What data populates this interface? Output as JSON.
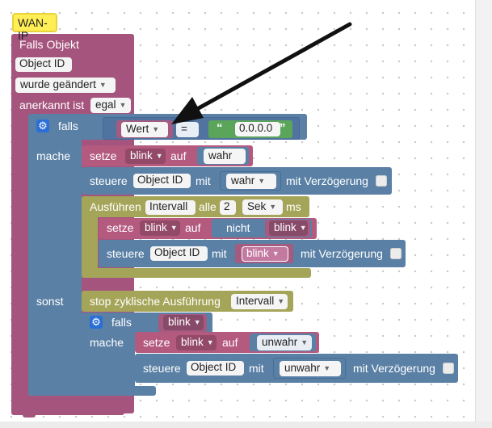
{
  "title_chip": "WAN-IP",
  "trigger": {
    "header": "Falls Objekt",
    "object_id": "Object ID",
    "changed": "wurde geändert",
    "acknowledged_label": "anerkannt ist",
    "acknowledged_value": "egal"
  },
  "if_block": {
    "if_label": "falls",
    "condition_var": "Wert",
    "operator": "=",
    "string_value": "0.0.0.0",
    "then_label": "mache",
    "else_label": "sonst"
  },
  "then_branch": {
    "set1": {
      "label": "setze",
      "var": "blink",
      "to": "auf",
      "value": "wahr"
    },
    "control1": {
      "label": "steuere",
      "object": "Object ID",
      "with": "mit",
      "value": "wahr",
      "delay": "mit Verzögerung"
    },
    "interval": {
      "label": "Ausführen",
      "name": "Intervall",
      "every": "alle",
      "amount": "2",
      "unit": "Sek",
      "ms": "ms"
    },
    "set2": {
      "label": "setze",
      "var": "blink",
      "to": "auf",
      "not": "nicht",
      "value": "blink"
    },
    "control2": {
      "label": "steuere",
      "object": "Object ID",
      "with": "mit",
      "value": "blink",
      "delay": "mit Verzögerung"
    }
  },
  "else_branch": {
    "stop": {
      "label": "stop zyklische Ausführung",
      "name": "Intervall"
    },
    "if_label": "falls",
    "if_var": "blink",
    "then_label": "mache",
    "set3": {
      "label": "setze",
      "var": "blink",
      "to": "auf",
      "value": "unwahr"
    },
    "control3": {
      "label": "steuere",
      "object": "Object ID",
      "with": "mit",
      "value": "unwahr",
      "delay": "mit Verzögerung"
    }
  },
  "icons": [
    "gear-icon",
    "gear-icon",
    "dropdown-arrow-icon",
    "quote-icon",
    "arrow-annotation"
  ],
  "colors": {
    "event": "#a5557d",
    "logic": "#5a80a5",
    "timer": "#a5a55a",
    "string": "#5ba55b",
    "title_chip": "#ffee55"
  }
}
